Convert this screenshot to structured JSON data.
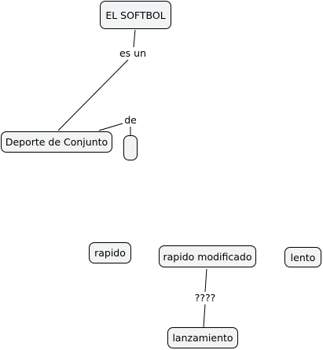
{
  "concept_map": {
    "concepts": {
      "softbol": "EL SOFTBOL",
      "deporte": "Deporte de Conjunto",
      "empty": "",
      "rapido": "rapido",
      "rapido_modificado": "rapido modificado",
      "lento": "lento",
      "lanzamiento": "lanzamiento"
    },
    "linking_phrases": {
      "es_un": "es un",
      "de": "de",
      "unknown": "????"
    },
    "colors": {
      "node_fill": "#f1f3f5",
      "node_border": "#000000",
      "line": "#000000",
      "background": "#ffffff"
    }
  }
}
